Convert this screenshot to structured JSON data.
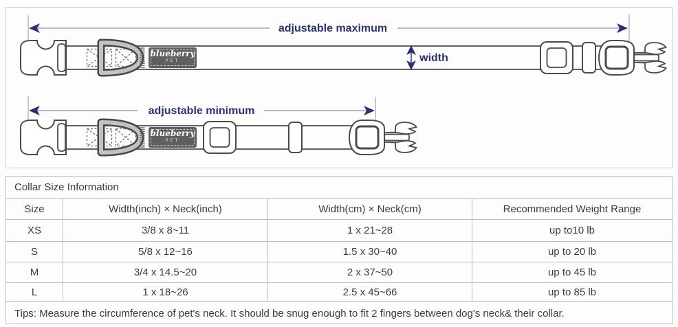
{
  "diagram": {
    "max_label": "adjustable maximum",
    "min_label": "adjustable minimum",
    "width_label": "width",
    "brand": {
      "name": "blueberry",
      "sub": "PET"
    }
  },
  "table": {
    "title": "Collar Size Information",
    "columns": [
      "Size",
      "Width(inch)  ×  Neck(inch)",
      "Width(cm)  ×  Neck(cm)",
      "Recommended Weight Range"
    ],
    "rows": [
      {
        "size": "XS",
        "inch": "3/8 x 8~11",
        "cm": "1 x 21~28",
        "weight": "up to10 lb"
      },
      {
        "size": "S",
        "inch": "5/8 x 12~16",
        "cm": "1.5 x 30~40",
        "weight": "up to 20 lb"
      },
      {
        "size": "M",
        "inch": "3/4 x 14.5~20",
        "cm": "2 x 37~50",
        "weight": "up to 45 lb"
      },
      {
        "size": "L",
        "inch": "1 x 18~26",
        "cm": "2.5 x 45~66",
        "weight": "up to 85 lb"
      }
    ],
    "tips": "Tips: Measure the circumference of pet's neck. It should be snug enough to fit 2 fingers between dog's neck& their collar."
  },
  "colors": {
    "annotation_navy": "#2b3274",
    "dimension_line": "#8d93a8",
    "outline": "#4a4a50",
    "dring_gray": "#c2c2c2",
    "label_bg": "#5f5f5f",
    "grid": "#b9bcbf"
  }
}
